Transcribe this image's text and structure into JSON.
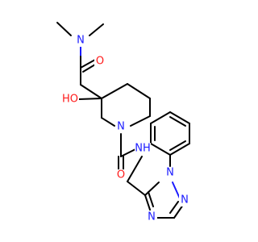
{
  "colors": {
    "carbon_bond": "#000000",
    "nitrogen": "#1a1aff",
    "oxygen": "#ff1a1a",
    "background": "#ffffff"
  },
  "atoms": {
    "amide_n_top": "N",
    "amide_o_top": "O",
    "hydroxyl": "HO",
    "ring_n": "N",
    "carboxamide_o": "O",
    "nh": "NH",
    "triazole_n1": "N",
    "triazole_n2": "N",
    "triazole_n4": "N"
  }
}
